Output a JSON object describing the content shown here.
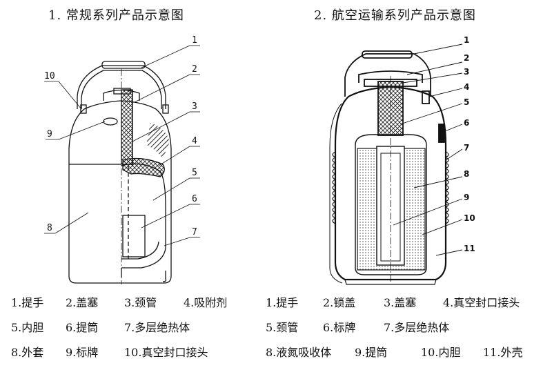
{
  "diagram1": {
    "title": "1. 常规系列产品示意图",
    "callouts": [
      "1",
      "2",
      "3",
      "4",
      "5",
      "6",
      "7",
      "8",
      "9",
      "10"
    ],
    "legend": [
      [
        "1.提手",
        "2.盖塞",
        "3.颈管",
        "4.吸附剂"
      ],
      [
        "5.内胆",
        "6.提筒",
        "7.多层绝热体"
      ],
      [
        "8.外套",
        "9.标牌",
        "10.真空封口接头"
      ]
    ]
  },
  "diagram2": {
    "title": "2. 航空运输系列产品示意图",
    "callouts": [
      "1",
      "2",
      "3",
      "4",
      "5",
      "6",
      "7",
      "8",
      "9",
      "10",
      "11"
    ],
    "legend": [
      [
        "1.提手",
        "2.锁盖",
        "3.盖塞",
        "4.真空封口接头"
      ],
      [
        "5.颈管",
        "6.标牌",
        "7.多层绝热体"
      ],
      [
        "8.液氮吸收体",
        "9.提筒",
        "10.内胆",
        "11.外壳"
      ]
    ]
  }
}
